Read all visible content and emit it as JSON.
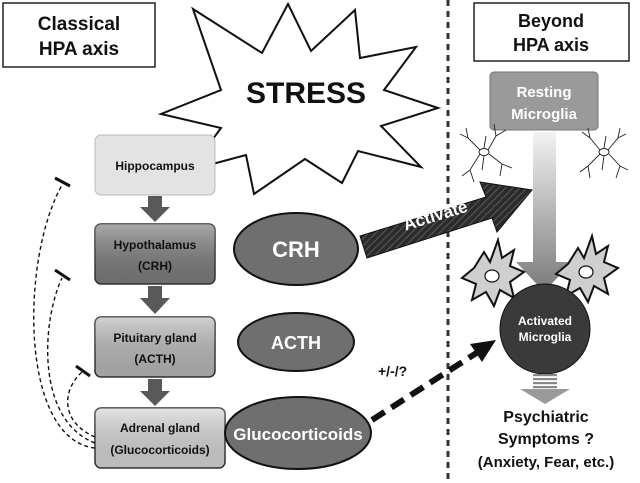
{
  "classical_box": {
    "line1": "Classical",
    "line2": "HPA axis"
  },
  "beyond_box": {
    "line1": "Beyond",
    "line2": "HPA axis"
  },
  "stress_burst": {
    "label": "STRESS"
  },
  "hpa_chain": [
    {
      "line1": "Hippocampus",
      "line2": ""
    },
    {
      "line1": "Hypothalamus",
      "line2": "(CRH)"
    },
    {
      "line1": "Pituitary gland",
      "line2": "(ACTH)"
    },
    {
      "line1": "Adrenal gland",
      "line2": "(Glucocorticoids)"
    }
  ],
  "hormones": {
    "crh": "CRH",
    "acth": "ACTH",
    "glucocorticoids": "Glucocorticoids"
  },
  "activate_arrow": {
    "label": "Activate"
  },
  "modulation_label": "+/-/?",
  "resting_microglia": {
    "line1": "Resting",
    "line2": "Microglia"
  },
  "activated_microglia": {
    "line1": "Activated",
    "line2": "Microglia"
  },
  "outcome": {
    "line1": "Psychiatric",
    "line2": "Symptoms ?",
    "line3": "(Anxiety, Fear, etc.)"
  },
  "colors": {
    "hippocampus_fill": "#e3e3e3",
    "hypothalamus_fill": "#7d7d7d",
    "pituitary_fill": "#b9b9b9",
    "adrenal_fill": "#d6d6d6",
    "hormone_fill": "#6f6f6f",
    "activated_microglia_fill": "#3a3a3a",
    "resting_microglia_fill": "#9a9a9a"
  }
}
